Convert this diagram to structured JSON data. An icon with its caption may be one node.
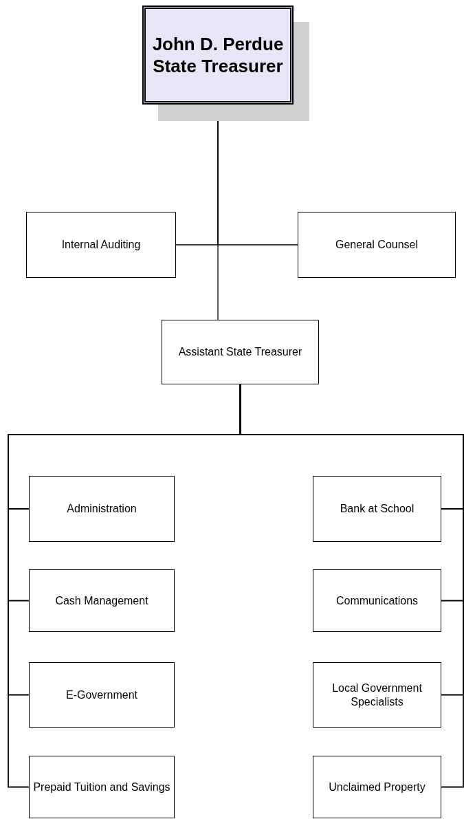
{
  "diagram": {
    "nodes": [
      {
        "text": [
          "John D. Perdue",
          "State Treasurer"
        ]
      },
      {
        "text": [
          "Internal Auditing"
        ]
      },
      {
        "text": [
          "General Counsel"
        ]
      },
      {
        "text": [
          "Assistant State Treasurer"
        ]
      },
      {
        "text": [
          "Administration"
        ]
      },
      {
        "text": [
          "Bank at School"
        ]
      },
      {
        "text": [
          "Cash Management"
        ]
      },
      {
        "text": [
          "Communications"
        ]
      },
      {
        "text": [
          "E-Government"
        ]
      },
      {
        "text": [
          "Local Government Specialists"
        ]
      },
      {
        "text": [
          "Prepaid Tuition and Savings"
        ]
      },
      {
        "text": [
          "Unclaimed Property"
        ]
      }
    ],
    "edges": [
      {
        "from": 0,
        "to": 1,
        "arrow": "none"
      },
      {
        "from": 0,
        "to": 2,
        "arrow": "none"
      },
      {
        "from": 0,
        "to": 3,
        "arrow": "none"
      },
      {
        "from": 3,
        "to": 4,
        "arrow": "none"
      },
      {
        "from": 3,
        "to": 5,
        "arrow": "none"
      },
      {
        "from": 3,
        "to": 6,
        "arrow": "none"
      },
      {
        "from": 3,
        "to": 7,
        "arrow": "none"
      },
      {
        "from": 3,
        "to": 8,
        "arrow": "none"
      },
      {
        "from": 3,
        "to": 9,
        "arrow": "none"
      },
      {
        "from": 3,
        "to": 10,
        "arrow": "none"
      },
      {
        "from": 3,
        "to": 11,
        "arrow": "none"
      }
    ]
  }
}
